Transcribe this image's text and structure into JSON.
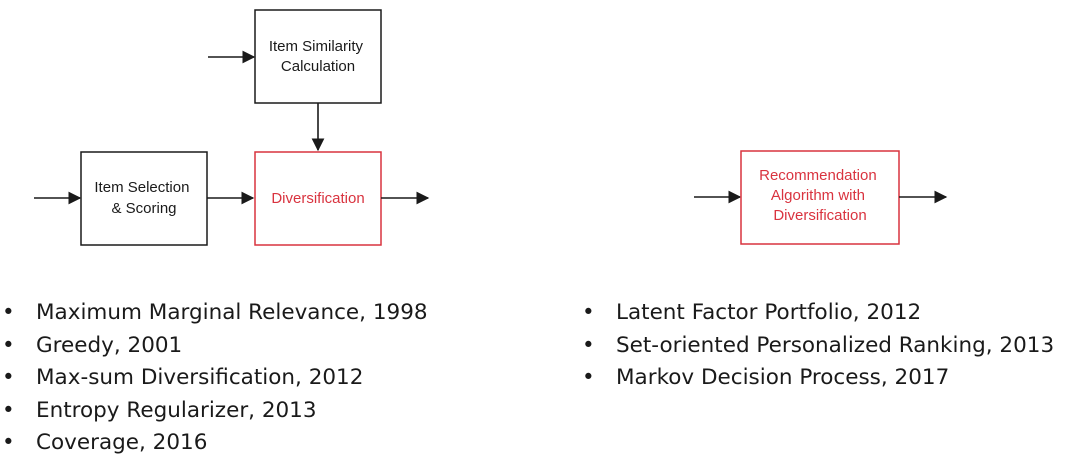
{
  "colors": {
    "black_box": "#1a1a1a",
    "red_box": "#d9333f",
    "text": "#1a1a1a"
  },
  "diagram_left": {
    "item_similarity": [
      "Item Similarity",
      "Calculation"
    ],
    "item_selection": [
      "Item Selection",
      "& Scoring"
    ],
    "diversification": [
      "Diversification"
    ]
  },
  "diagram_right": {
    "recommendation": [
      "Recommendation",
      "Algorithm with",
      "Diversification"
    ]
  },
  "bullet_glyph": "•",
  "lists": {
    "left": [
      "Maximum Marginal Relevance, 1998",
      "Greedy, 2001",
      "Max-sum Diversification, 2012",
      "Entropy Regularizer, 2013",
      "Coverage, 2016"
    ],
    "right": [
      "Latent Factor Portfolio, 2012",
      "Set-oriented Personalized Ranking, 2013",
      "Markov Decision Process, 2017"
    ]
  }
}
